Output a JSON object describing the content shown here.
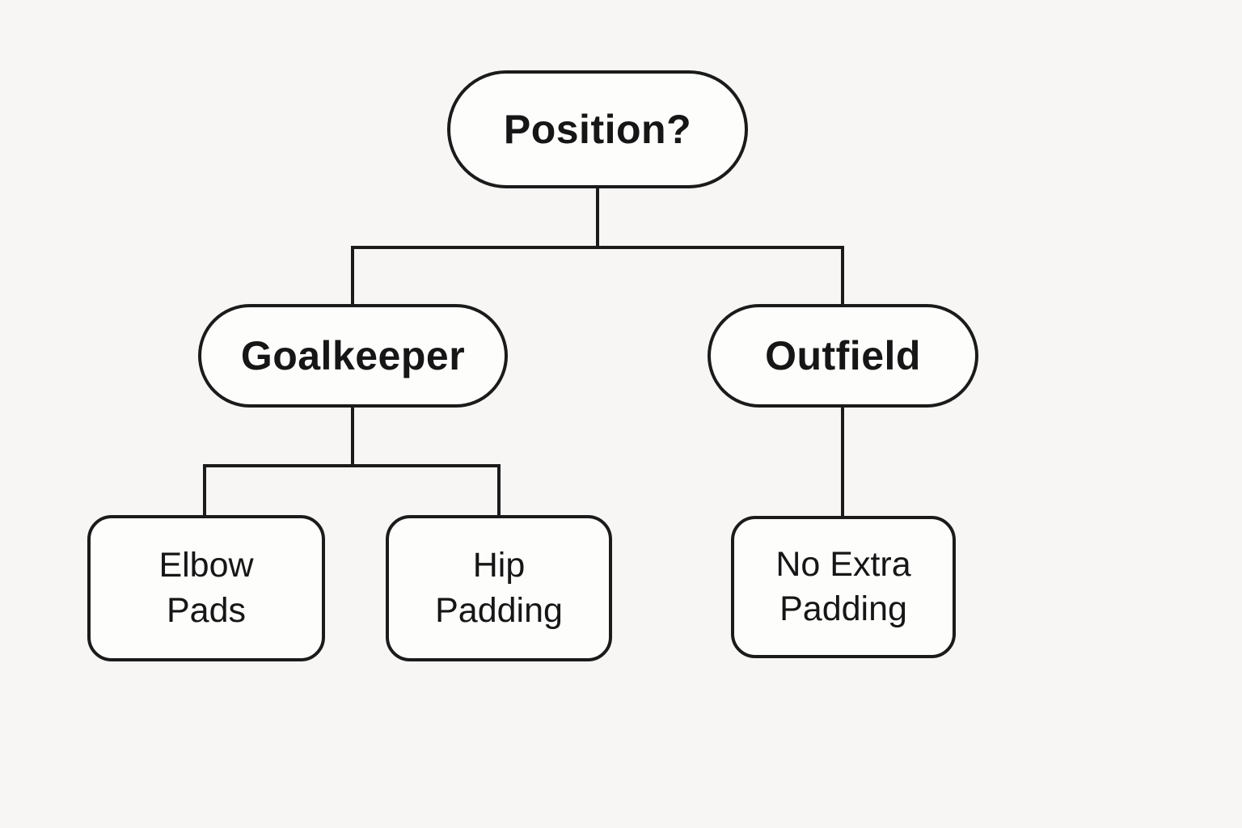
{
  "diagram": {
    "type": "decision-tree",
    "nodes": {
      "position": {
        "label": "Position?"
      },
      "goalkeeper": {
        "label": "Goalkeeper"
      },
      "outfield": {
        "label": "Outfield"
      },
      "elbow_pads": {
        "line1": "Elbow",
        "line2": "Pads"
      },
      "hip_padding": {
        "line1": "Hip",
        "line2": "Padding"
      },
      "no_extra_padding": {
        "line1": "No Extra",
        "line2": "Padding"
      }
    },
    "edges": [
      {
        "from": "position",
        "to": "goalkeeper"
      },
      {
        "from": "position",
        "to": "outfield"
      },
      {
        "from": "goalkeeper",
        "to": "elbow_pads"
      },
      {
        "from": "goalkeeper",
        "to": "hip_padding"
      },
      {
        "from": "outfield",
        "to": "no_extra_padding"
      }
    ]
  },
  "colors": {
    "background": "#f7f6f5",
    "node_fill": "#fdfdfc",
    "stroke": "#1b1b1b",
    "text": "#161616"
  }
}
